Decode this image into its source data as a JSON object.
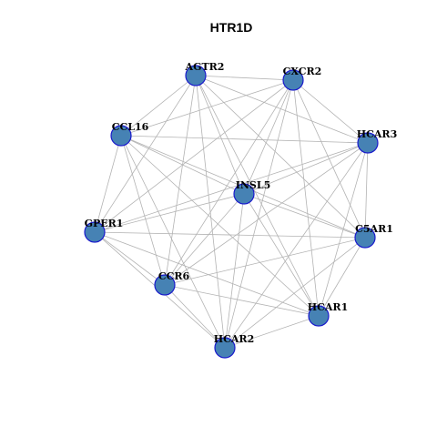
{
  "title": "HTR1D",
  "colors": {
    "node_fill": "#4682b4",
    "node_stroke": "#1a1acc",
    "edge": "#b3b3b3",
    "background": "#ffffff"
  },
  "nodes": [
    {
      "id": "AGTR2",
      "label": "AGTR2"
    },
    {
      "id": "CXCR2",
      "label": "CXCR2"
    },
    {
      "id": "CCL16",
      "label": "CCL16"
    },
    {
      "id": "HCAR3",
      "label": "HCAR3"
    },
    {
      "id": "INSL5",
      "label": "INSL5"
    },
    {
      "id": "GPER1",
      "label": "GPER1"
    },
    {
      "id": "C5AR1",
      "label": "C5AR1"
    },
    {
      "id": "CCR6",
      "label": "CCR6"
    },
    {
      "id": "HCAR1",
      "label": "HCAR1"
    },
    {
      "id": "HCAR2",
      "label": "HCAR2"
    }
  ],
  "edges": [
    [
      "AGTR2",
      "CXCR2"
    ],
    [
      "AGTR2",
      "CCL16"
    ],
    [
      "AGTR2",
      "HCAR3"
    ],
    [
      "AGTR2",
      "INSL5"
    ],
    [
      "AGTR2",
      "GPER1"
    ],
    [
      "AGTR2",
      "C5AR1"
    ],
    [
      "AGTR2",
      "CCR6"
    ],
    [
      "AGTR2",
      "HCAR1"
    ],
    [
      "AGTR2",
      "HCAR2"
    ],
    [
      "CXCR2",
      "CCL16"
    ],
    [
      "CXCR2",
      "HCAR3"
    ],
    [
      "CXCR2",
      "INSL5"
    ],
    [
      "CXCR2",
      "GPER1"
    ],
    [
      "CXCR2",
      "C5AR1"
    ],
    [
      "CXCR2",
      "CCR6"
    ],
    [
      "CXCR2",
      "HCAR1"
    ],
    [
      "CXCR2",
      "HCAR2"
    ],
    [
      "CCL16",
      "HCAR3"
    ],
    [
      "CCL16",
      "INSL5"
    ],
    [
      "CCL16",
      "GPER1"
    ],
    [
      "CCL16",
      "C5AR1"
    ],
    [
      "CCL16",
      "CCR6"
    ],
    [
      "CCL16",
      "HCAR1"
    ],
    [
      "CCL16",
      "HCAR2"
    ],
    [
      "HCAR3",
      "INSL5"
    ],
    [
      "HCAR3",
      "GPER1"
    ],
    [
      "HCAR3",
      "C5AR1"
    ],
    [
      "HCAR3",
      "CCR6"
    ],
    [
      "HCAR3",
      "HCAR1"
    ],
    [
      "HCAR3",
      "HCAR2"
    ],
    [
      "INSL5",
      "GPER1"
    ],
    [
      "INSL5",
      "C5AR1"
    ],
    [
      "INSL5",
      "CCR6"
    ],
    [
      "INSL5",
      "HCAR1"
    ],
    [
      "INSL5",
      "HCAR2"
    ],
    [
      "GPER1",
      "C5AR1"
    ],
    [
      "GPER1",
      "CCR6"
    ],
    [
      "GPER1",
      "HCAR1"
    ],
    [
      "GPER1",
      "HCAR2"
    ],
    [
      "C5AR1",
      "CCR6"
    ],
    [
      "C5AR1",
      "HCAR1"
    ],
    [
      "C5AR1",
      "HCAR2"
    ],
    [
      "CCR6",
      "HCAR1"
    ],
    [
      "CCR6",
      "HCAR2"
    ],
    [
      "HCAR1",
      "HCAR2"
    ]
  ]
}
